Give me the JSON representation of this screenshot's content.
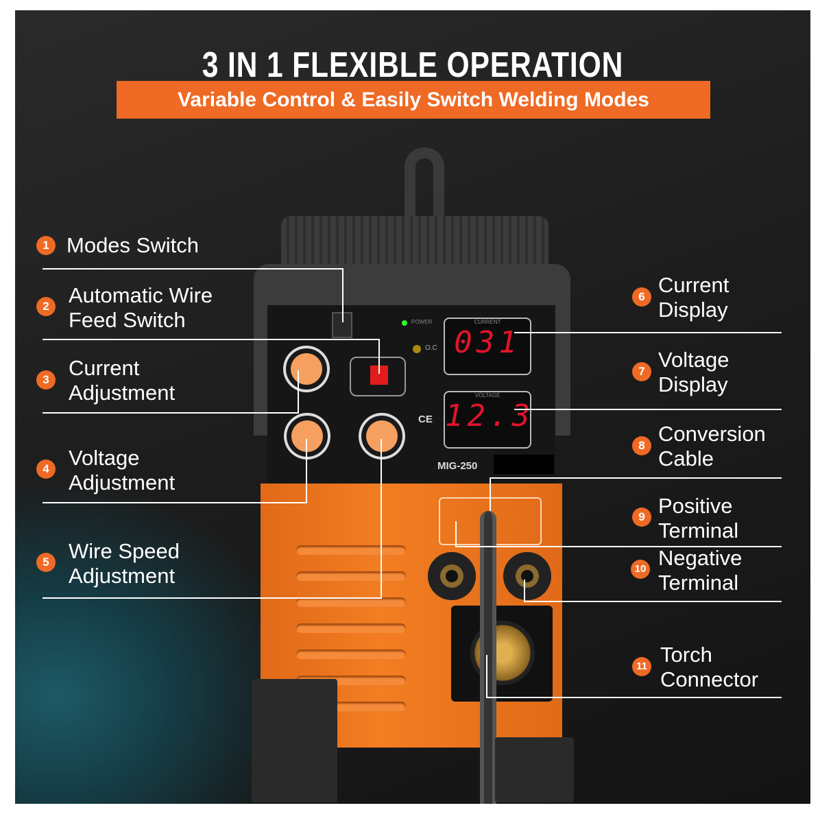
{
  "header": {
    "title": "3 IN 1 FLEXIBLE OPERATION",
    "subtitle": "Variable Control & Easily Switch Welding Modes"
  },
  "colors": {
    "accent": "#ee6a25",
    "display_red": "#e2142b",
    "background": "#1c1c1c"
  },
  "callouts_left": [
    {
      "number": "1",
      "lines": [
        "Modes Switch"
      ]
    },
    {
      "number": "2",
      "lines": [
        "Automatic Wire",
        "Feed Switch"
      ]
    },
    {
      "number": "3",
      "lines": [
        "Current",
        "Adjustment"
      ]
    },
    {
      "number": "4",
      "lines": [
        "Voltage",
        "Adjustment"
      ]
    },
    {
      "number": "5",
      "lines": [
        "Wire Speed",
        "Adjustment"
      ]
    }
  ],
  "callouts_right": [
    {
      "number": "6",
      "lines": [
        "Current",
        "Display"
      ]
    },
    {
      "number": "7",
      "lines": [
        "Voltage",
        "Display"
      ]
    },
    {
      "number": "8",
      "lines": [
        "Conversion",
        "Cable"
      ]
    },
    {
      "number": "9",
      "lines": [
        "Positive",
        "Terminal"
      ]
    },
    {
      "number": "10",
      "lines": [
        "Negative",
        "Terminal"
      ]
    },
    {
      "number": "11",
      "lines": [
        "Torch",
        "Connector"
      ]
    }
  ],
  "machine": {
    "model": "MIG-250",
    "current_label": "CURRENT",
    "current_value": "031",
    "voltage_label": "VOLTAGE",
    "voltage_value": "12.3",
    "power_label": "POWER",
    "oc_label": "O.C",
    "ce_mark": "CE"
  }
}
